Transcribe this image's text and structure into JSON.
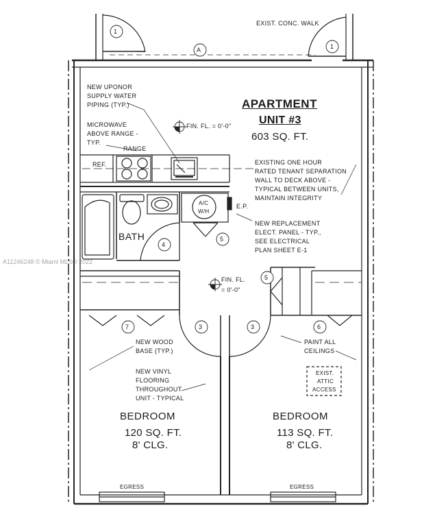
{
  "header": {
    "walk_label": "EXIST. CONC. WALK",
    "grid_marker": "A"
  },
  "title": {
    "line1": "APARTMENT",
    "line2": "UNIT #3",
    "area": "603 SQ. FT."
  },
  "notes": {
    "uponor": [
      "NEW UPONOR",
      "SUPPLY WATER",
      "PIPING (TYP.)"
    ],
    "microwave": [
      "MICROWAVE",
      "ABOVE RANGE -",
      "TYP."
    ],
    "range": "RANGE",
    "ref": "REF.",
    "fin_fl_1": "FIN. FL. = 0'-0\"",
    "fin_fl_2a": "FIN. FL.",
    "fin_fl_2b": "= 0'-0\"",
    "wall": [
      "EXISTING ONE HOUR",
      "RATED TENANT SEPARATION",
      "WALL TO DECK ABOVE -",
      "TYPICAL BETWEEN UNITS,",
      "MAINTAIN INTEGRITY"
    ],
    "ac_wh_1": "A/C",
    "ac_wh_2": "W/H",
    "ep": "E.P.",
    "panel": [
      "NEW REPLACEMENT",
      "ELECT. PANEL - TYP.,",
      "SEE ELECTRICAL",
      "PLAN SHEET E-1"
    ],
    "wood_base": [
      "NEW WOOD",
      "BASE (TYP.)"
    ],
    "vinyl": [
      "NEW VINYL",
      "FLOORING",
      "THROUGHOUT",
      "UNIT - TYPICAL"
    ],
    "paint": [
      "PAINT ALL",
      "CEILINGS"
    ],
    "attic": [
      "EXIST.",
      "ATTIC",
      "ACCESS"
    ]
  },
  "rooms": {
    "bath": "BATH",
    "bedroom_left": {
      "name": "BEDROOM",
      "area": "120 SQ. FT.",
      "clg": "8' CLG.",
      "egress": "EGRESS"
    },
    "bedroom_right": {
      "name": "BEDROOM",
      "area": "113 SQ. FT.",
      "clg": "8' CLG.",
      "egress": "EGRESS"
    }
  },
  "door_tags": {
    "d1_left": "1",
    "d1_right": "1",
    "d3_left": "3",
    "d3_right": "3",
    "d4": "4",
    "d5_ac": "5",
    "d5_closet": "5",
    "d6": "6",
    "d7": "7"
  },
  "watermark": "A11246248 © Miami MLS® 2022"
}
